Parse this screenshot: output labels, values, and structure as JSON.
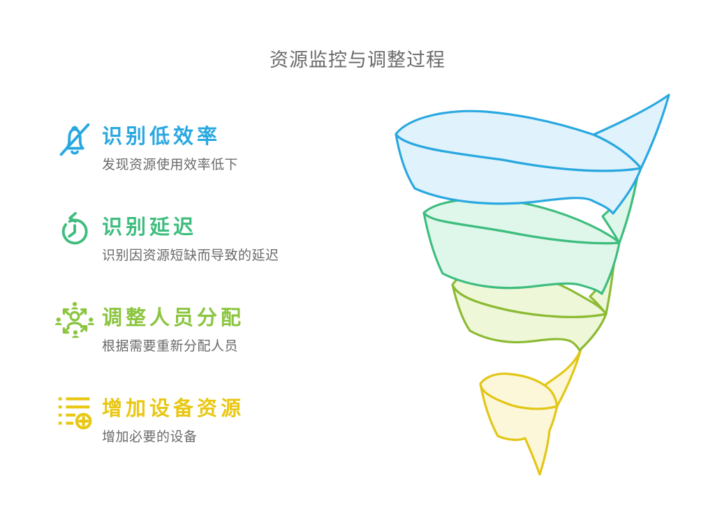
{
  "title": "资源监控与调整过程",
  "text_color": "#6A6A6C",
  "steps": [
    {
      "heading": "识别低效率",
      "description": "发现资源使用效率低下",
      "color": "#29A8E0",
      "icon": "bell-off-icon"
    },
    {
      "heading": "识别延迟",
      "description": "识别因资源短缺而导致的延迟",
      "color": "#3EBD7E",
      "icon": "history-clock-icon"
    },
    {
      "heading": "调整人员分配",
      "description": "根据需要重新分配人员",
      "color": "#8BC53F",
      "icon": "people-redistribute-icon"
    },
    {
      "heading": "增加设备资源",
      "description": "增加必要的设备",
      "color": "#E9C713",
      "icon": "add-list-icon"
    }
  ],
  "funnel": {
    "type": "spiral-funnel",
    "bands": [
      {
        "stroke": "#29A8E0",
        "fill": "#E0F2FB"
      },
      {
        "stroke": "#3EBD7E",
        "fill": "#DEF7EA"
      },
      {
        "stroke": "#8CBB33",
        "fill": "#EFF7D9"
      },
      {
        "stroke": "#E2C616",
        "fill": "#FCF7D9"
      }
    ]
  }
}
